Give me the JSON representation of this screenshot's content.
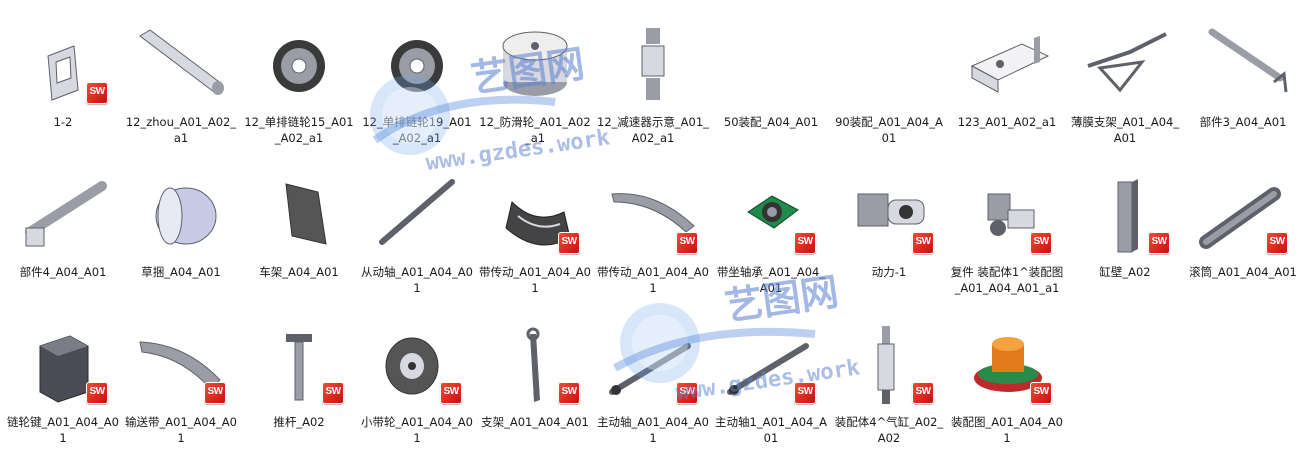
{
  "badge_text": "SW",
  "watermark": {
    "cn": "艺图网",
    "en": "www.gzdes.work"
  },
  "files": [
    {
      "label": "1-2",
      "icon": "bracket-part-icon",
      "badge": true
    },
    {
      "label": "12_zhou_A01_A02_a1",
      "icon": "stepped-shaft-icon",
      "badge": false
    },
    {
      "label": "12_单排链轮15_A01_A02_a1",
      "icon": "sprocket-icon",
      "badge": false
    },
    {
      "label": "12_单排链轮19_A01_A02_a1",
      "icon": "sprocket-icon",
      "badge": false
    },
    {
      "label": "12_防滑轮_A01_A02_a1",
      "icon": "cylinder-wheel-icon",
      "badge": false
    },
    {
      "label": "12_减速器示意_A01_A02_a1",
      "icon": "reducer-schematic-icon",
      "badge": false
    },
    {
      "label": "50装配_A04_A01",
      "icon": "blank-thumbnail",
      "badge": false
    },
    {
      "label": "90装配_A01_A04_A01",
      "icon": "blank-thumbnail",
      "badge": false
    },
    {
      "label": "123_A01_A02_a1",
      "icon": "plate-part-icon",
      "badge": false
    },
    {
      "label": "薄膜支架_A01_A04_A01",
      "icon": "frame-support-icon",
      "badge": false
    },
    {
      "label": "部件3_A04_A01",
      "icon": "thin-rod-icon",
      "badge": false
    },
    {
      "label": "部件4_A04_A01",
      "icon": "rod-bracket-icon",
      "badge": false
    },
    {
      "label": "草捆_A04_A01",
      "icon": "bale-cylinder-icon",
      "badge": false
    },
    {
      "label": "车架_A04_A01",
      "icon": "frame-plate-icon",
      "badge": false
    },
    {
      "label": "从动轴_A01_A04_A01",
      "icon": "long-shaft-icon",
      "badge": false
    },
    {
      "label": "带传动_A01_A04_A01",
      "icon": "belt-drive-icon",
      "badge": true
    },
    {
      "label": "带传动_A01_A04_A01",
      "icon": "curved-belt-icon",
      "badge": true
    },
    {
      "label": "带坐轴承_A01_A04_A01",
      "icon": "flange-bearing-icon",
      "badge": true
    },
    {
      "label": "动力-1",
      "icon": "motor-gearbox-icon",
      "badge": true
    },
    {
      "label": "复件 装配体1^装配图_A01_A04_A01_a1",
      "icon": "assembly-icon",
      "badge": true
    },
    {
      "label": "缸壁_A02",
      "icon": "square-tube-icon",
      "badge": true
    },
    {
      "label": "滚筒_A01_A04_A01",
      "icon": "roller-drum-icon",
      "badge": true
    },
    {
      "label": "链轮键_A01_A04_A01",
      "icon": "key-block-icon",
      "badge": true
    },
    {
      "label": "输送带_A01_A04_A01",
      "icon": "conveyor-belt-icon",
      "badge": true
    },
    {
      "label": "推杆_A02",
      "icon": "push-rod-icon",
      "badge": true
    },
    {
      "label": "小带轮_A01_A04_A01",
      "icon": "small-pulley-icon",
      "badge": true
    },
    {
      "label": "支架_A01_A04_A01",
      "icon": "support-arm-icon",
      "badge": true
    },
    {
      "label": "主动轴_A01_A04_A01",
      "icon": "drive-shaft-icon",
      "badge": true
    },
    {
      "label": "主动轴1_A01_A04_A01",
      "icon": "drive-shaft-icon",
      "badge": true
    },
    {
      "label": "装配体4^气缸_A02_A02",
      "icon": "air-cylinder-icon",
      "badge": true
    },
    {
      "label": "装配图_A01_A04_A01",
      "icon": "assembly-drum-icon",
      "badge": true
    }
  ]
}
